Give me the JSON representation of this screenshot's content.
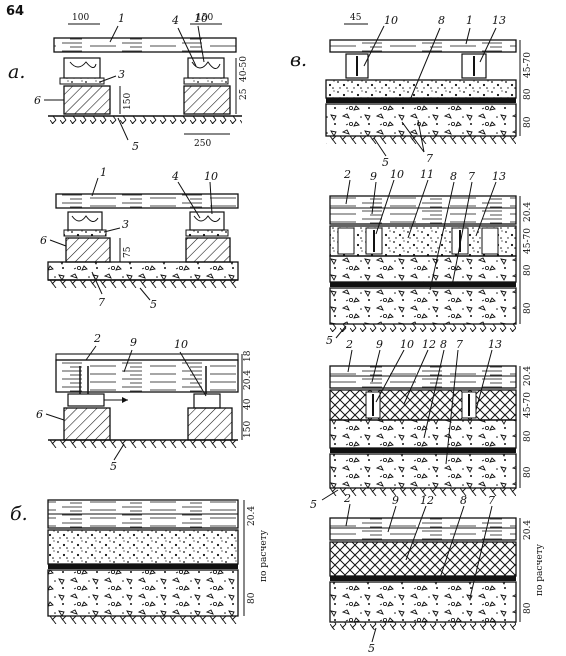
{
  "page_number": "64",
  "panels": {
    "a": {
      "label": "а.",
      "fig1": {
        "callouts": [
          "1",
          "4",
          "10",
          "3",
          "6",
          "5"
        ],
        "dims": [
          "100",
          "150",
          "40-50",
          "25",
          "150",
          "250"
        ]
      },
      "fig2": {
        "callouts": [
          "1",
          "4",
          "10",
          "3",
          "6",
          "7",
          "5"
        ],
        "dims": [
          "75"
        ]
      },
      "fig3": {
        "callouts": [
          "2",
          "9",
          "10",
          "6",
          "5"
        ],
        "dims": [
          "18",
          "20.4",
          "40",
          "150"
        ]
      }
    },
    "b": {
      "label": "б.",
      "dims": [
        "20.4",
        "по расчету",
        "80"
      ]
    },
    "v": {
      "label": "в.",
      "fig1": {
        "callouts": [
          "10",
          "8",
          "1",
          "13",
          "5",
          "7"
        ],
        "dims": [
          "45",
          "45-70",
          "80",
          "80"
        ]
      },
      "fig2": {
        "callouts": [
          "2",
          "9",
          "10",
          "11",
          "8",
          "7",
          "13",
          "5"
        ],
        "dims": [
          "20.4",
          "45-70",
          "80",
          "80"
        ]
      },
      "fig3": {
        "callouts": [
          "2",
          "9",
          "10",
          "12",
          "8",
          "7",
          "13",
          "5"
        ],
        "dims": [
          "20.4",
          "45-70",
          "80",
          "80"
        ]
      },
      "fig4": {
        "callouts": [
          "2",
          "9",
          "12",
          "8",
          "7",
          "5"
        ],
        "dims": [
          "20.4",
          "по расчету",
          "80"
        ]
      }
    }
  }
}
